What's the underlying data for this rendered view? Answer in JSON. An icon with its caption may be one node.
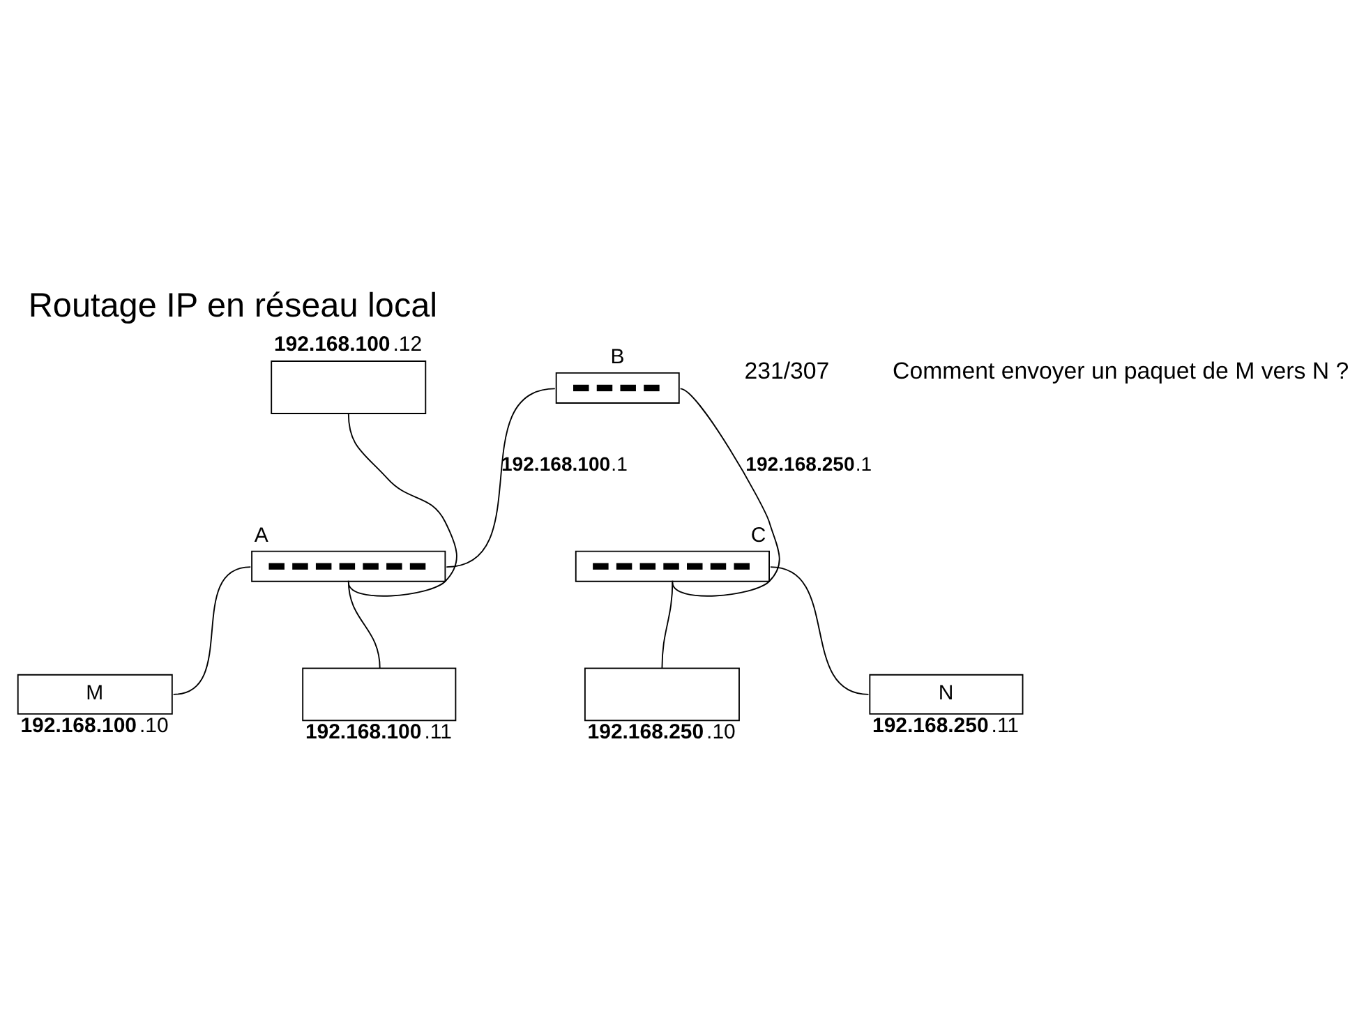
{
  "diagram": {
    "title": "Routage IP en réseau local",
    "nodes": [
      {
        "text": [],
        "shape": "bar",
        "beside": [
          "B"
        ]
      },
      {
        "text": [],
        "shape": "box",
        "beside": [
          "**192.168.100**.12"
        ]
      },
      {
        "text": [],
        "shape": "bar",
        "beside": [
          "A"
        ]
      },
      {
        "text": [],
        "shape": "bar",
        "beside": [
          "C"
        ]
      },
      {
        "text": [
          "M"
        ],
        "beside": [
          "**192.168.100**.10"
        ]
      },
      {
        "text": [],
        "shape": "box",
        "beside": [
          "**192.168.100**.11"
        ]
      },
      {
        "text": [],
        "shape": "box",
        "beside": [
          "**192.168.250**.10"
        ]
      },
      {
        "text": [
          "N"
        ],
        "beside": [
          "**192.168.250**.11"
        ]
      }
    ],
    "edges": [
      {
        "from": 1,
        "to": 2,
        "arrow": "none"
      },
      {
        "from": 2,
        "to": 0,
        "arrow": "none",
        "label": "**192.168.100**.1"
      },
      {
        "from": 0,
        "to": 3,
        "arrow": "none",
        "label": "**192.168.250**.1"
      },
      {
        "from": 2,
        "to": 4,
        "arrow": "none"
      },
      {
        "from": 2,
        "to": 5,
        "arrow": "none"
      },
      {
        "from": 3,
        "to": 6,
        "arrow": "none"
      },
      {
        "from": 3,
        "to": 7,
        "arrow": "none"
      }
    ],
    "labels": [
      "231/307",
      "Comment envoyer un paquet de M vers N ?"
    ]
  }
}
